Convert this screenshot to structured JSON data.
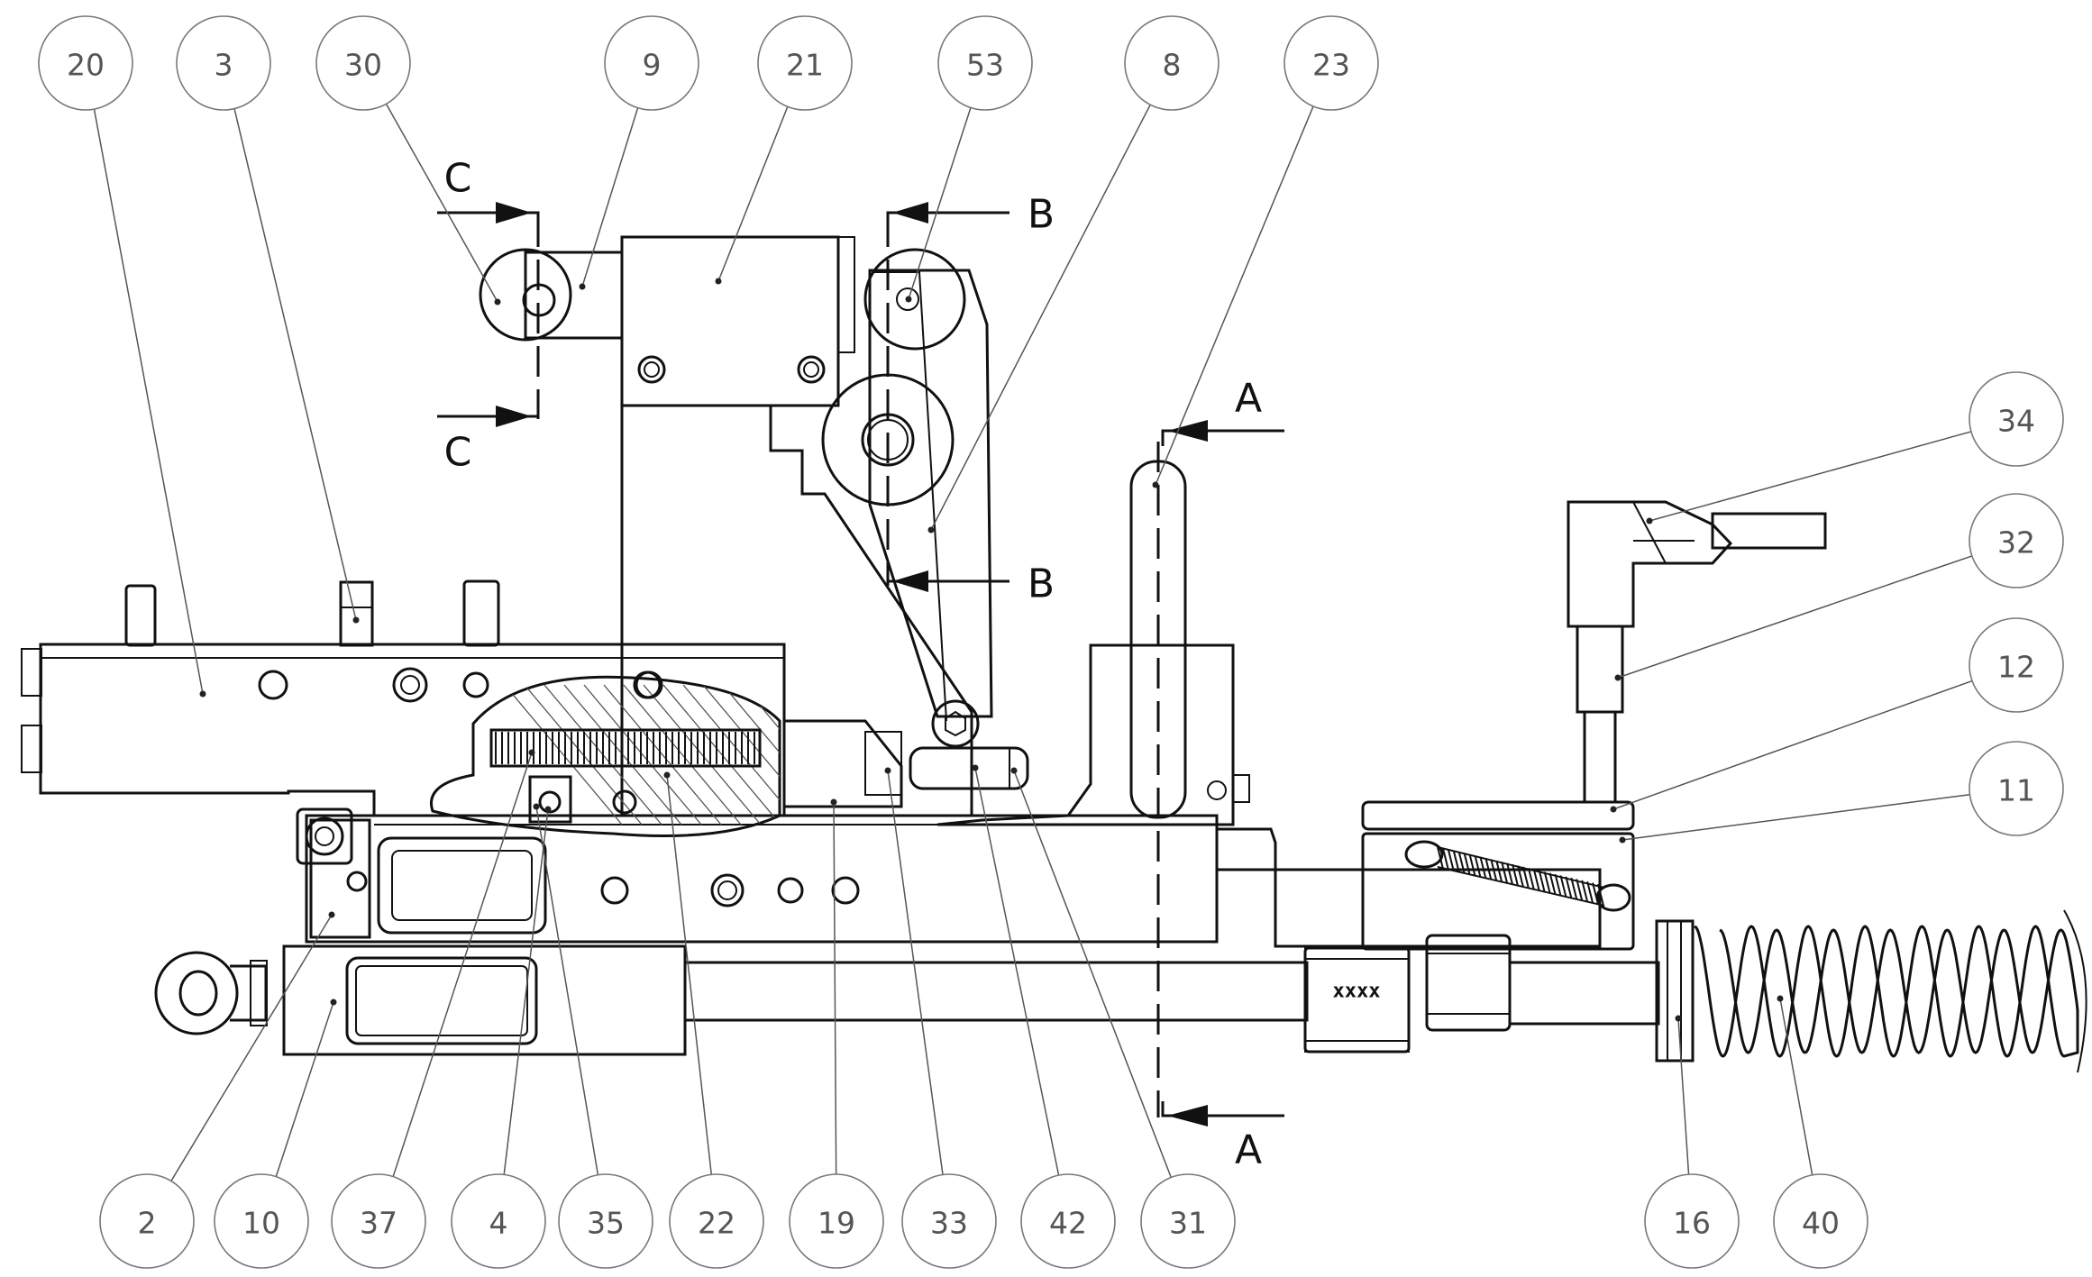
{
  "balloons": [
    {
      "id": "20",
      "label": "20"
    },
    {
      "id": "3",
      "label": "3"
    },
    {
      "id": "30",
      "label": "30"
    },
    {
      "id": "9",
      "label": "9"
    },
    {
      "id": "21",
      "label": "21"
    },
    {
      "id": "53",
      "label": "53"
    },
    {
      "id": "8",
      "label": "8"
    },
    {
      "id": "23",
      "label": "23"
    },
    {
      "id": "34",
      "label": "34"
    },
    {
      "id": "32",
      "label": "32"
    },
    {
      "id": "12",
      "label": "12"
    },
    {
      "id": "11",
      "label": "11"
    },
    {
      "id": "2",
      "label": "2"
    },
    {
      "id": "10",
      "label": "10"
    },
    {
      "id": "37",
      "label": "37"
    },
    {
      "id": "4",
      "label": "4"
    },
    {
      "id": "35",
      "label": "35"
    },
    {
      "id": "22",
      "label": "22"
    },
    {
      "id": "19",
      "label": "19"
    },
    {
      "id": "33",
      "label": "33"
    },
    {
      "id": "42",
      "label": "42"
    },
    {
      "id": "31",
      "label": "31"
    },
    {
      "id": "16",
      "label": "16"
    },
    {
      "id": "40",
      "label": "40"
    }
  ],
  "section_labels": {
    "c_top": "C",
    "c_bottom": "C",
    "b_top": "B",
    "b_bottom": "B",
    "a_top": "A",
    "a_bottom": "A"
  },
  "marking": "xxxx"
}
